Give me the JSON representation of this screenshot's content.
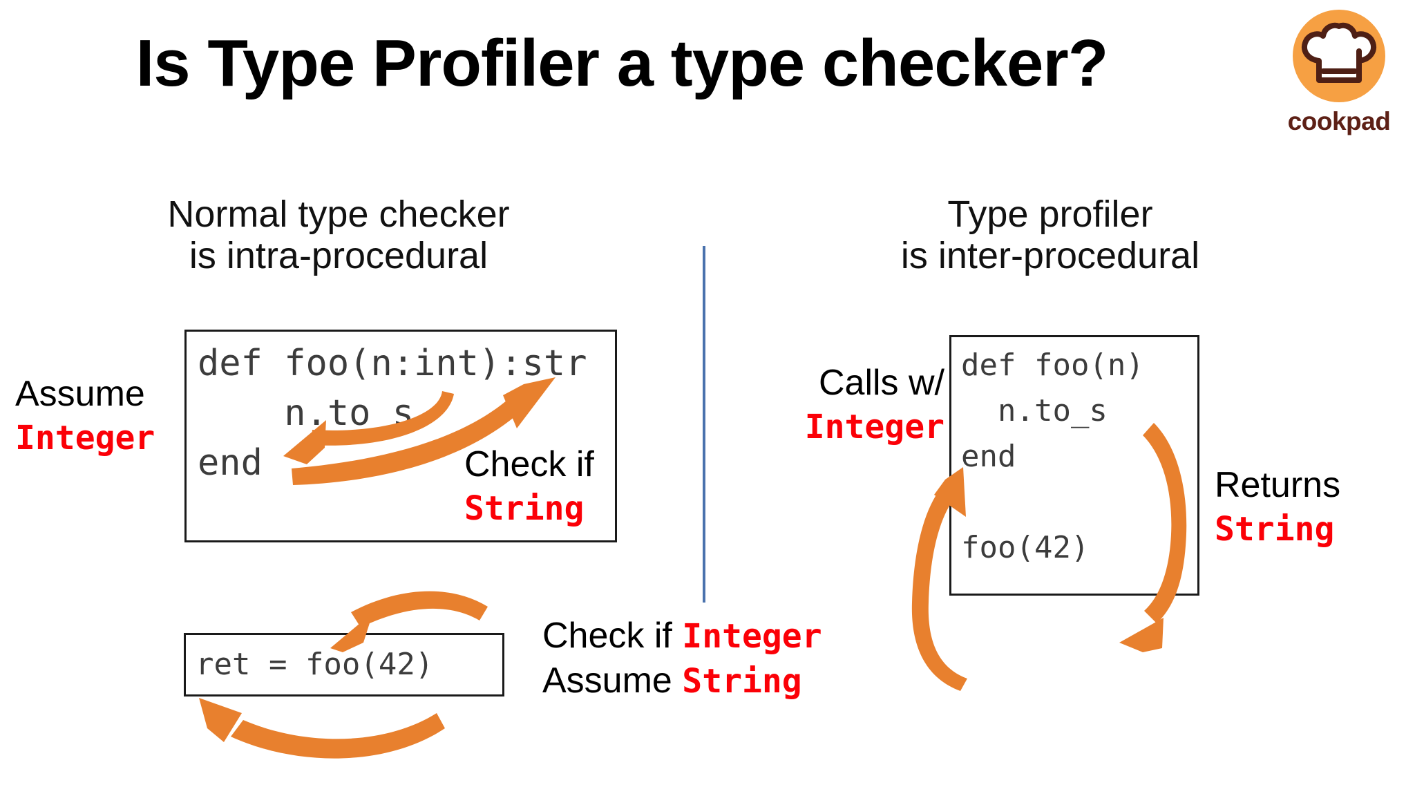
{
  "slide": {
    "title": "Is Type Profiler a type checker?",
    "background_color": "#ffffff"
  },
  "brand": {
    "name": "cookpad",
    "logo_icon": "chef-hat-icon",
    "circle_color": "#f6a043",
    "mark_color": "#5d2016",
    "wordmark_color": "#5d2016"
  },
  "divider": {
    "color": "#4a72ad",
    "orientation": "vertical"
  },
  "colors": {
    "arrow_orange": "#e8802e",
    "type_red": "#fb0007",
    "code_gray": "#3c3c3c",
    "box_border": "#1a1a1a"
  },
  "left_column": {
    "heading": "Normal type checker\nis intra-procedural",
    "code_method": "def foo(n:int):str\n    n.to_s\nend",
    "code_caller": "ret = foo(42)",
    "labels": {
      "assume_prefix": "Assume",
      "assume_type": "Integer",
      "check_prefix": "Check if",
      "check_type": "String",
      "caller_check_prefix": "Check if",
      "caller_check_type": "Integer",
      "caller_assume_prefix": "Assume",
      "caller_assume_type": "String"
    },
    "arrows": [
      {
        "name": "arg-type-to-body",
        "from": "def foo(n:int)",
        "to": "n",
        "direction": "down-left"
      },
      {
        "name": "body-to-return-type",
        "from": "n.to_s",
        "to": "str",
        "direction": "up-right"
      },
      {
        "name": "caller-arg-check",
        "from": "Check if Integer",
        "to": "ret = foo(42)",
        "direction": "down-left"
      },
      {
        "name": "caller-return-assume",
        "from": "Assume String",
        "to": "ret = foo(42)",
        "direction": "up-left"
      }
    ]
  },
  "right_column": {
    "heading": "Type profiler\nis inter-procedural",
    "code": "def foo(n)\n  n.to_s\nend\n\nfoo(42)",
    "labels": {
      "calls_prefix": "Calls w/",
      "calls_type": "Integer",
      "returns_prefix": "Returns",
      "returns_type": "String"
    },
    "arrows": [
      {
        "name": "call-site-to-definition",
        "from": "foo(42)",
        "to": "def foo(n)",
        "direction": "up"
      },
      {
        "name": "definition-to-call-site",
        "from": "n.to_s",
        "to": "foo(42)",
        "direction": "down-left"
      }
    ]
  }
}
